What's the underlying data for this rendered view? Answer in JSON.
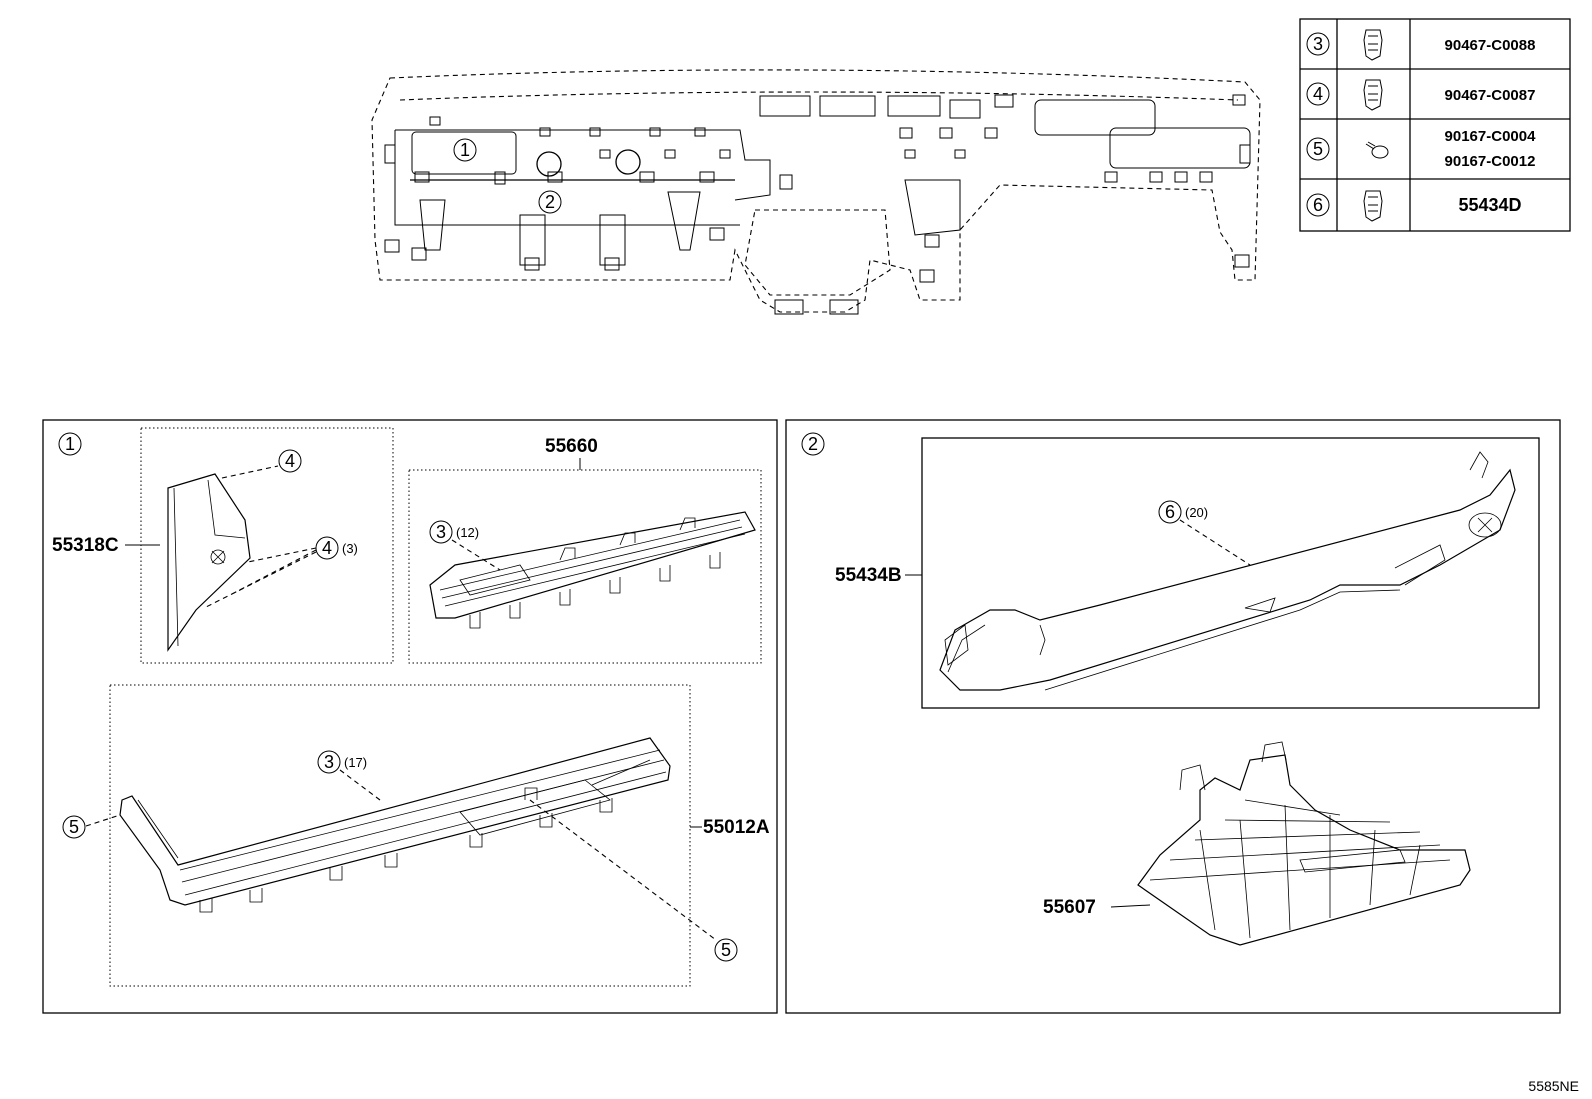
{
  "table": {
    "rows": [
      {
        "ref": "3",
        "icon": "clip-icon",
        "codes": [
          "90467-C0088"
        ]
      },
      {
        "ref": "4",
        "icon": "clip-icon",
        "codes": [
          "90467-C0087"
        ]
      },
      {
        "ref": "5",
        "icon": "screw-icon",
        "codes": [
          "90167-C0004",
          "90167-C0012"
        ]
      },
      {
        "ref": "6",
        "icon": "clip-icon",
        "codes": [
          "55434D"
        ]
      }
    ]
  },
  "overview": {
    "callout_1": "1",
    "callout_2": "2"
  },
  "group1": {
    "id": "1",
    "part_55318C": "55318C",
    "p55318C_ref_a": "4",
    "p55318C_ref_b": "4",
    "p55318C_ref_b_qty": "(3)",
    "part_55660": "55660",
    "p55660_ref": "3",
    "p55660_qty": "(12)",
    "part_55012A": "55012A",
    "p55012A_ref": "3",
    "p55012A_qty": "(17)",
    "p55012A_left_ref": "5",
    "p55012A_bottom_ref": "5"
  },
  "group2": {
    "id": "2",
    "part_55434B": "55434B",
    "p55434B_ref": "6",
    "p55434B_qty": "(20)",
    "part_55607": "55607"
  },
  "footer_code": "5585NE"
}
